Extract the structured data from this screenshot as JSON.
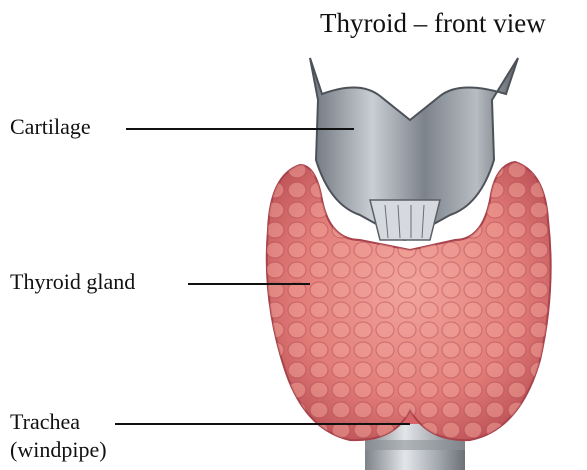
{
  "title": "Thyroid – front view",
  "labels": {
    "cartilage": "Cartilage",
    "thyroid_gland": "Thyroid gland",
    "trachea_line1": "Trachea",
    "trachea_line2": "(windpipe)"
  },
  "colors": {
    "gland": "#e7857f",
    "gland_dark": "#c2555a",
    "cartilage": "#9aa0a8",
    "trachea": "#b9bdc2",
    "trachea_band": "#d8646a"
  }
}
